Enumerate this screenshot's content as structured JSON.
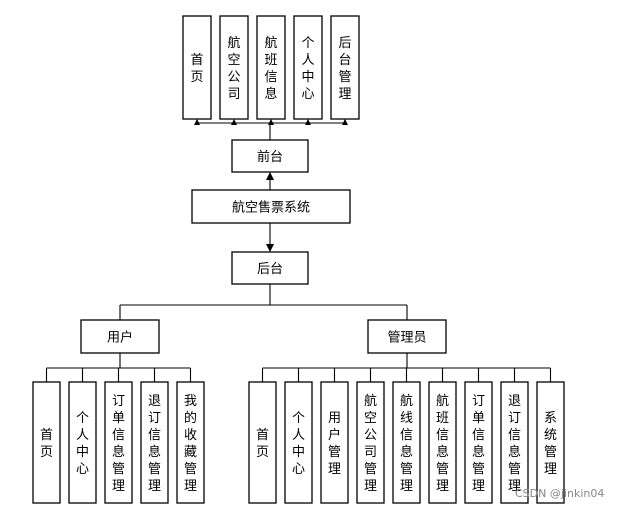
{
  "system": {
    "label": "航空售票系统"
  },
  "frontend": {
    "label": "前台",
    "modules": [
      "首页",
      "航空公司",
      "航班信息",
      "个人中心",
      "后台管理"
    ]
  },
  "backend": {
    "label": "后台"
  },
  "user": {
    "label": "用户",
    "modules": [
      "首页",
      "个人中心",
      "订单信息管理",
      "退订信息管理",
      "我的收藏管理"
    ]
  },
  "admin": {
    "label": "管理员",
    "modules": [
      "首页",
      "个人中心",
      "用户管理",
      "航空公司管理",
      "航线信息管理",
      "航班信息管理",
      "订单信息管理",
      "退订信息管理",
      "系统管理"
    ]
  },
  "watermark": "CSDN @jinkin04"
}
